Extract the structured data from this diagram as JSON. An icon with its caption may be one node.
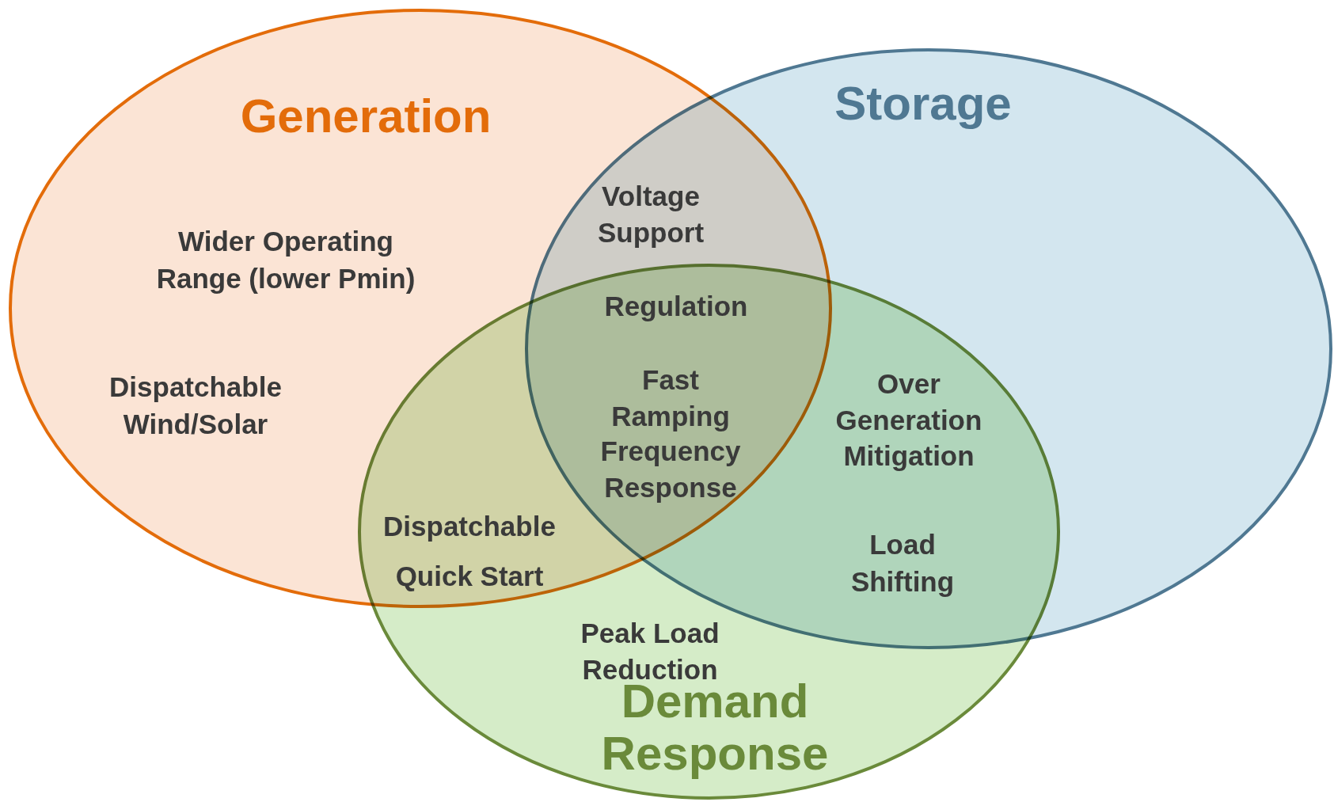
{
  "diagram": {
    "nodes": [
      {
        "text": [
          "Generation"
        ]
      },
      {
        "text": [
          "Storage"
        ]
      },
      {
        "text": [
          "Demand Response"
        ]
      }
    ],
    "labels": [
      "Wider Operating Range (lower Pmin)",
      "Voltage Support",
      "Regulation",
      "Dispatchable Wind/Solar",
      "Fast Ramping",
      "Over Generation Mitigation",
      "Frequency Response",
      "Dispatchable Quick Start",
      "Load Shifting",
      "Peak Load Reduction"
    ]
  }
}
